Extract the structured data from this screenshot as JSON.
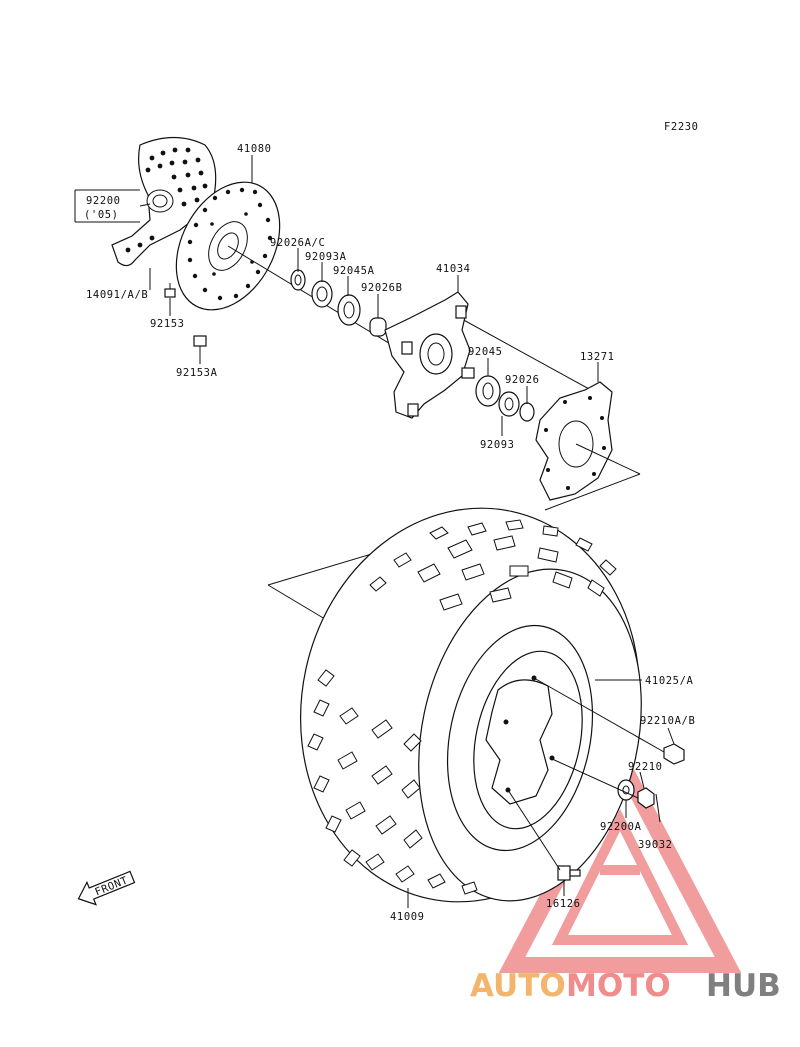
{
  "figure_code": "F2230",
  "parts": {
    "brake_disc_cover": "92200",
    "brake_disc_cover_note": "('05)",
    "disc": "41080",
    "bolt_a": "14091/A/B",
    "bolt_b": "92153",
    "bolt_c": "92153A",
    "seal_1": "92026A/C",
    "seal_2": "92093A",
    "bearing_1": "92045A",
    "spacer_1": "92026B",
    "hub": "41034",
    "bearing_2": "92045",
    "spacer_2": "92026",
    "seal_3": "92093",
    "cover_plate": "13271",
    "wheel": "41025/A",
    "nut_1": "92210A/B",
    "nut_2": "92210",
    "washer": "92200A",
    "cotter": "39032",
    "valve": "16126",
    "tire": "41009"
  },
  "front_label": "FRONT",
  "watermark": {
    "part1": "AUTO",
    "part2": "MOTO",
    "part3": "HUB",
    "colors": {
      "auto": "#f2b56b",
      "moto": "#f08c8c",
      "hub": "#7f7f7f",
      "triangle": "#f08c8c"
    }
  }
}
